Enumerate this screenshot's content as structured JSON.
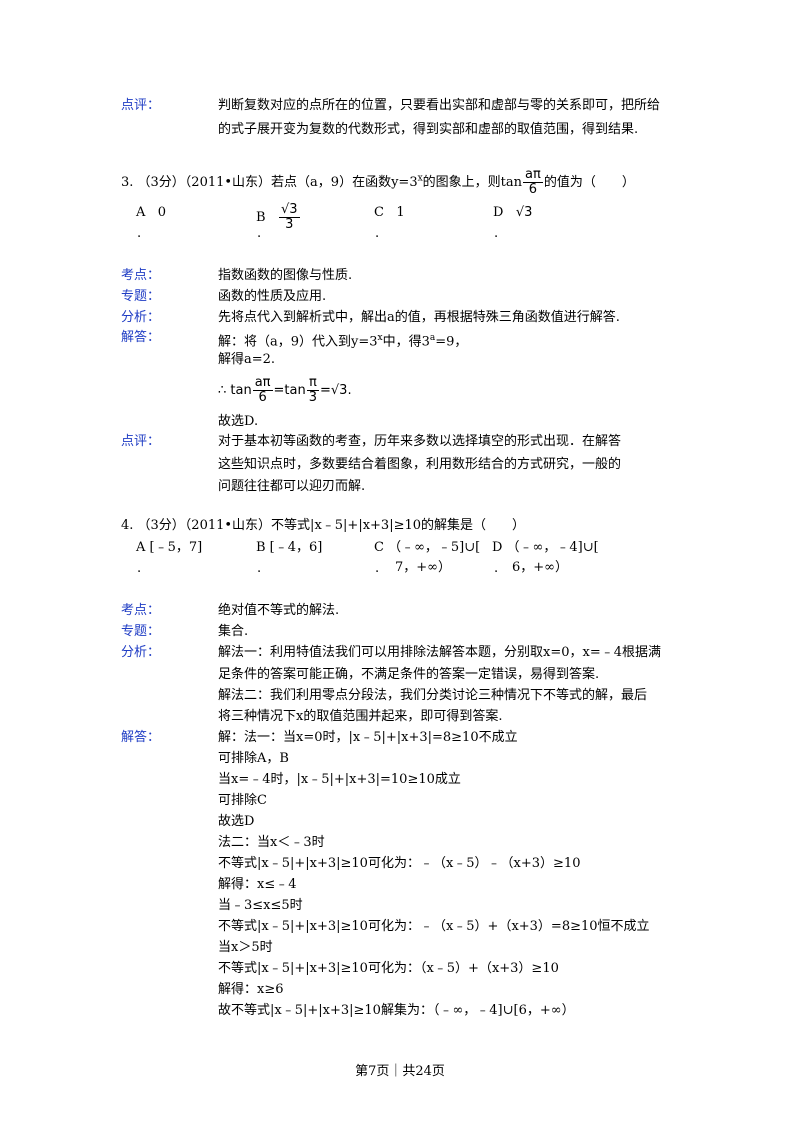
{
  "comment_prev": {
    "label": "点评：",
    "line1": "判断复数对应的点所在的位置，只要看出实部和虚部与零的关系即可，把所给",
    "line2": "的式子展开变为复数的代数形式，得到实部和虚部的取值范围，得到结果."
  },
  "q3": {
    "stem_before": "3. （3分）（2011•山东）若点（a，9）在函数y=3",
    "stem_sup": "x",
    "stem_mid": "的图象上，则tan",
    "frac_num": "aπ",
    "frac_den": "6",
    "stem_after": "的值为（　　）",
    "optA_letter": "A",
    "optA_value": "0",
    "optB_letter": "B",
    "optB_num": "√3",
    "optB_den": "3",
    "optC_letter": "C",
    "optC_value": "1",
    "optD_letter": "D",
    "optD_value": "√3",
    "dot": "."
  },
  "q3_analysis": {
    "kaodian_label": "考点：",
    "kaodian": "指数函数的图像与性质.",
    "zhuanti_label": "专题：",
    "zhuanti": "函数的性质及应用.",
    "fenxi_label": "分析：",
    "fenxi": "先将点代入到解析式中，解出a的值，再根据特殊三角函数值进行解答.",
    "jieda_label": "解答：",
    "jieda_l1_a": "解：将（a，9）代入到y=3",
    "jieda_l1_sup": "x",
    "jieda_l1_b": "中，得3",
    "jieda_l1_sup2": "a",
    "jieda_l1_c": "=9，",
    "jieda_l2": "解得a=2.",
    "jieda_l3_pre": "∴ tan",
    "jieda_l3_num1": "aπ",
    "jieda_l3_den1": "6",
    "jieda_l3_mid": "=tan",
    "jieda_l3_num2": "π",
    "jieda_l3_den2": "3",
    "jieda_l3_post": "=√3.",
    "jieda_l4": "故选D.",
    "dianping_label": "点评：",
    "dianping_l1": "对于基本初等函数的考查，历年来多数以选择填空的形式出现．在解答",
    "dianping_l2": "这些知识点时，多数要结合着图象，利用数形结合的方式研究，一般的",
    "dianping_l3": "问题往往都可以迎刃而解."
  },
  "q4": {
    "stem": "4. （3分）（2011•山东）不等式|x﹣5|+|x+3|≥10的解集是（　　）",
    "optA": "A  [﹣5，7]",
    "optB": "B  [﹣4，6]",
    "optC_l1": "C  （﹣∞，﹣5]∪[",
    "optC_l2": "7，+∞）",
    "optD_l1": "D  （﹣∞，﹣4]∪[",
    "optD_l2": "6，+∞）",
    "dot": "."
  },
  "q4_analysis": {
    "kaodian_label": "考点：",
    "kaodian": "绝对值不等式的解法.",
    "zhuanti_label": "专题：",
    "zhuanti": "集合.",
    "fenxi_label": "分析：",
    "fenxi_l1": "解法一：利用特值法我们可以用排除法解答本题，分别取x=0，x=﹣4根据满",
    "fenxi_l2": "足条件的答案可能正确，不满足条件的答案一定错误，易得到答案.",
    "fenxi_l3": "解法二：我们利用零点分段法，我们分类讨论三种情况下不等式的解，最后",
    "fenxi_l4": "将三种情况下x的取值范围并起来，即可得到答案.",
    "jieda_label": "解答：",
    "jieda_lines": [
      "解：法一：当x=0时，|x﹣5|+|x+3|=8≥10不成立",
      "可排除A，B",
      "当x=﹣4时，|x﹣5|+|x+3|=10≥10成立",
      "可排除C",
      "故选D",
      "法二：当x＜﹣3时",
      "不等式|x﹣5|+|x+3|≥10可化为：﹣（x﹣5）﹣（x+3）≥10",
      "解得：x≤﹣4",
      "当﹣3≤x≤5时",
      "不等式|x﹣5|+|x+3|≥10可化为：﹣（x﹣5）+（x+3）=8≥10恒不成立",
      "当x＞5时",
      "不等式|x﹣5|+|x+3|≥10可化为：（x﹣5）+（x+3）≥10",
      "解得：x≥6",
      "故不等式|x﹣5|+|x+3|≥10解集为：（﹣∞，﹣4]∪[6，+∞）"
    ]
  },
  "footer": "第7页｜共24页"
}
